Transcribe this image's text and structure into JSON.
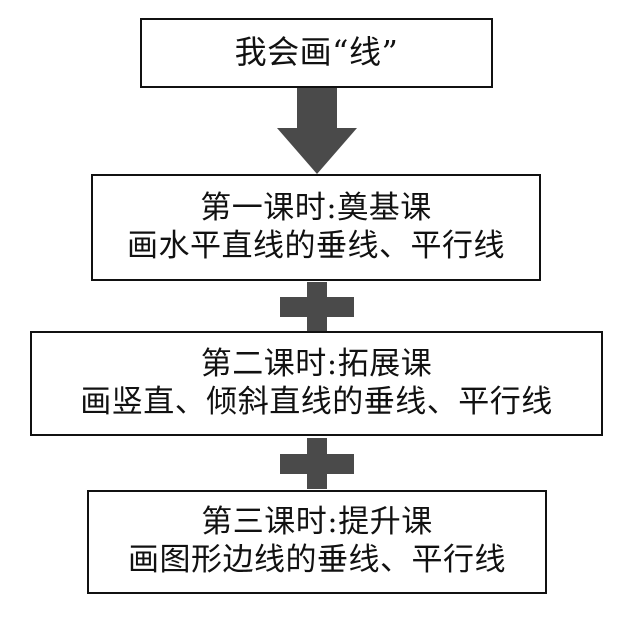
{
  "title_box": {
    "text": "我会画“线”"
  },
  "lessons": [
    {
      "heading": "第一课时:奠基课",
      "content": "画水平直线的垂线、平行线"
    },
    {
      "heading": "第二课时:拓展课",
      "content": "画竖直、倾斜直线的垂线、平行线"
    },
    {
      "heading": "第三课时:提升课",
      "content": "画图形边线的垂线、平行线"
    }
  ],
  "connectors": {
    "down_arrow": {
      "icon": "down-arrow-icon",
      "color": "#4a4a4a"
    },
    "plus_signs": [
      {
        "icon": "plus-icon",
        "color": "#4a4a4a"
      },
      {
        "icon": "plus-icon",
        "color": "#4a4a4a"
      }
    ]
  }
}
